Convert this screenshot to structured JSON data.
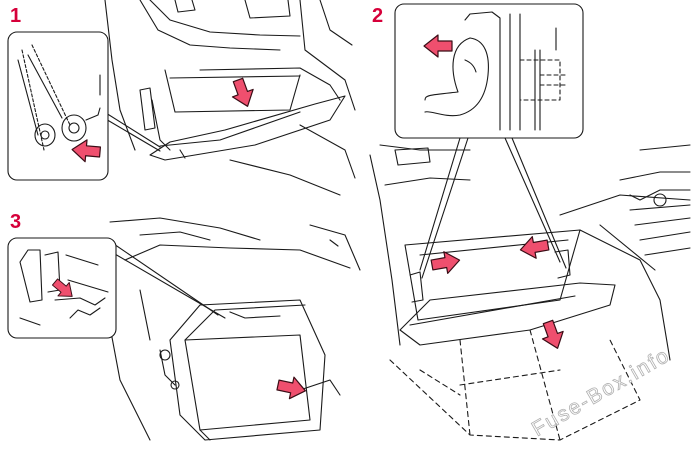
{
  "steps": [
    {
      "number": "1"
    },
    {
      "number": "2"
    },
    {
      "number": "3"
    }
  ],
  "watermark": "Fuse-Box.info",
  "colors": {
    "step_number": "#d6003a",
    "line": "#1a1a1a",
    "arrow_fill": "#ef4f6e",
    "arrow_stroke": "#3a0d16"
  },
  "icons": {
    "arrow": "directional-arrow-icon",
    "hand": "hand-icon"
  }
}
